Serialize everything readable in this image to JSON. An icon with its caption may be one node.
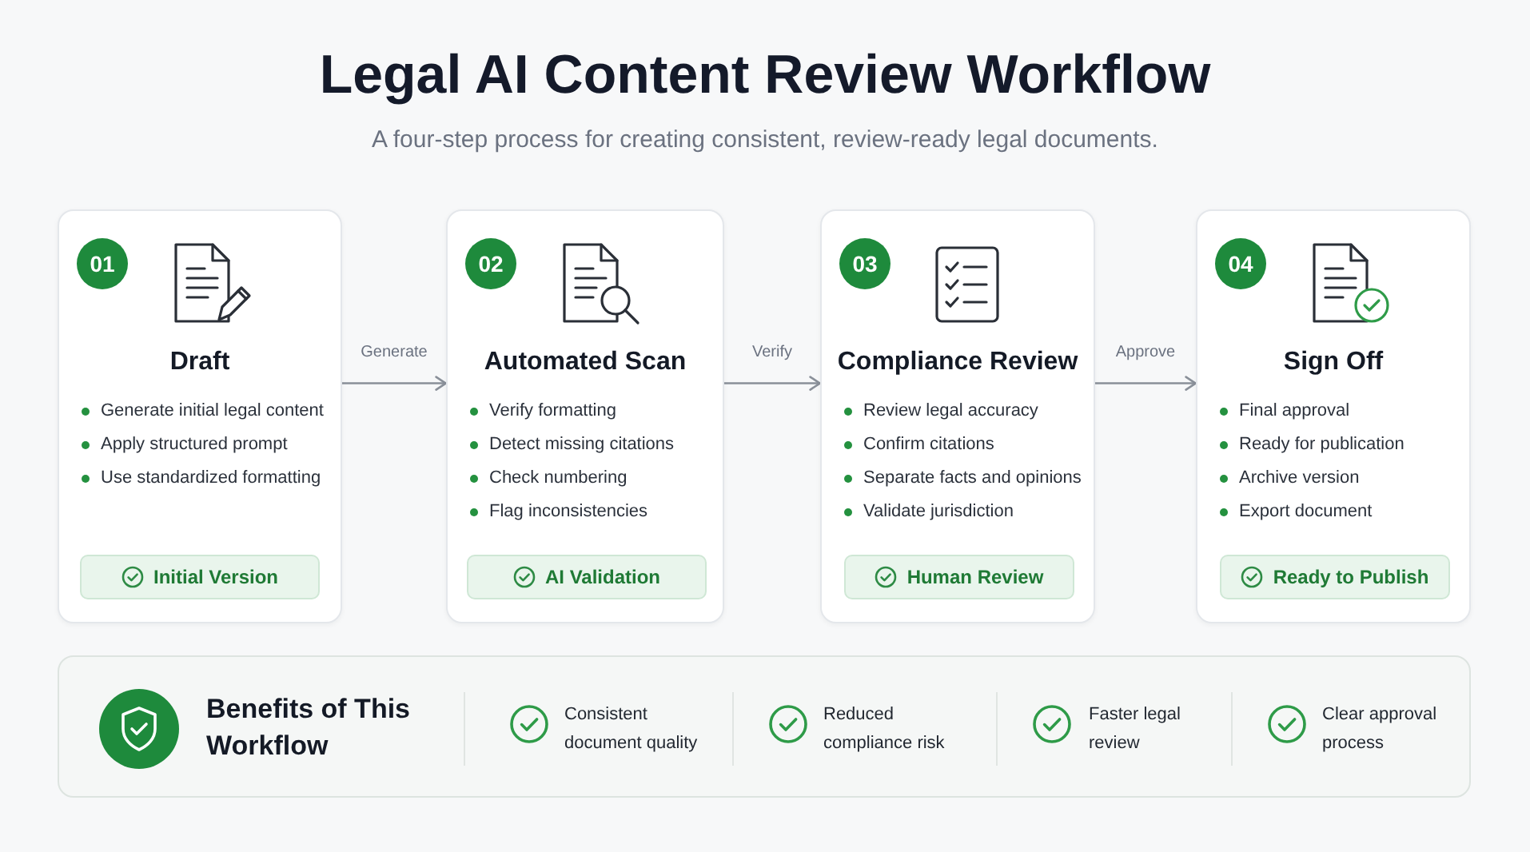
{
  "diagram": {
    "title": "Legal AI Content Review Workflow",
    "nodes": [
      {
        "text": [
          "Draft",
          "Generate initial legal content",
          "Apply structured prompt",
          "Use standardized formatting"
        ]
      },
      {
        "text": [
          "01"
        ],
        "in": 0
      },
      {
        "text": [
          "Initial Version"
        ],
        "in": 0
      },
      {
        "text": [
          "Automated Scan",
          "Verify formatting",
          "Detect missing citations",
          "Check numbering",
          "Flag inconsistencies"
        ]
      },
      {
        "text": [
          "02"
        ],
        "in": 3
      },
      {
        "text": [
          "AI Validation"
        ],
        "in": 3
      },
      {
        "text": [
          "Compliance Review",
          "Review legal accuracy",
          "Confirm citations",
          "Separate facts and opinions",
          "Validate jurisdiction"
        ]
      },
      {
        "text": [
          "03"
        ],
        "in": 6
      },
      {
        "text": [
          "Human Review"
        ],
        "in": 6
      },
      {
        "text": [
          "Sign Off",
          "Final approval",
          "Ready for publication",
          "Archive version",
          "Export document"
        ]
      },
      {
        "text": [
          "04"
        ],
        "in": 9
      },
      {
        "text": [
          "Ready to Publish"
        ],
        "in": 9
      },
      {
        "text": [
          "Benefits of This Workflow",
          "Consistent document quality",
          "Reduced compliance risk",
          "Faster legal review",
          "Clear approval process"
        ]
      }
    ],
    "edges": [
      {
        "from": 0,
        "to": 3,
        "arrow": "to",
        "label": "Generate"
      },
      {
        "from": 3,
        "to": 6,
        "arrow": "to",
        "label": "Verify"
      },
      {
        "from": 6,
        "to": 9,
        "arrow": "to",
        "label": "Approve"
      }
    ],
    "labels": [
      "A four-step process for creating consistent, review-ready legal documents."
    ]
  }
}
